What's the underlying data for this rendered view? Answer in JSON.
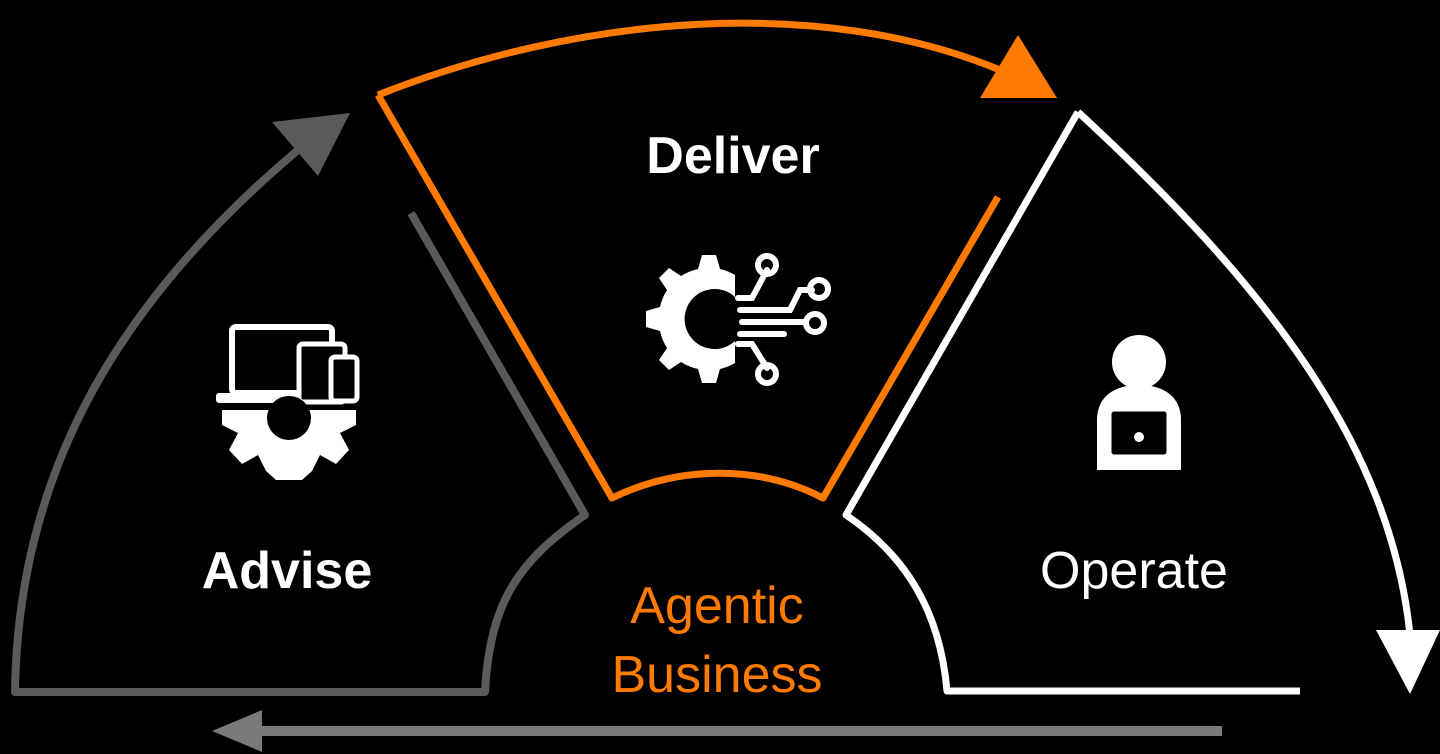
{
  "title": "",
  "stages": {
    "advise": {
      "label": "Advise",
      "icon": "devices-gear-icon",
      "color": "#5a5a5a"
    },
    "deliver": {
      "label": "Deliver",
      "icon": "gear-circuit-icon",
      "color": "#ff7a00"
    },
    "operate": {
      "label": "Operate",
      "icon": "person-laptop-icon",
      "color": "#ffffff"
    }
  },
  "center": {
    "line1": "Agentic",
    "line2": "Business",
    "color": "#ff7a00"
  },
  "return_arrow": {
    "color": "#7a7a7a"
  },
  "colors": {
    "background": "#000000",
    "text": "#ffffff"
  }
}
